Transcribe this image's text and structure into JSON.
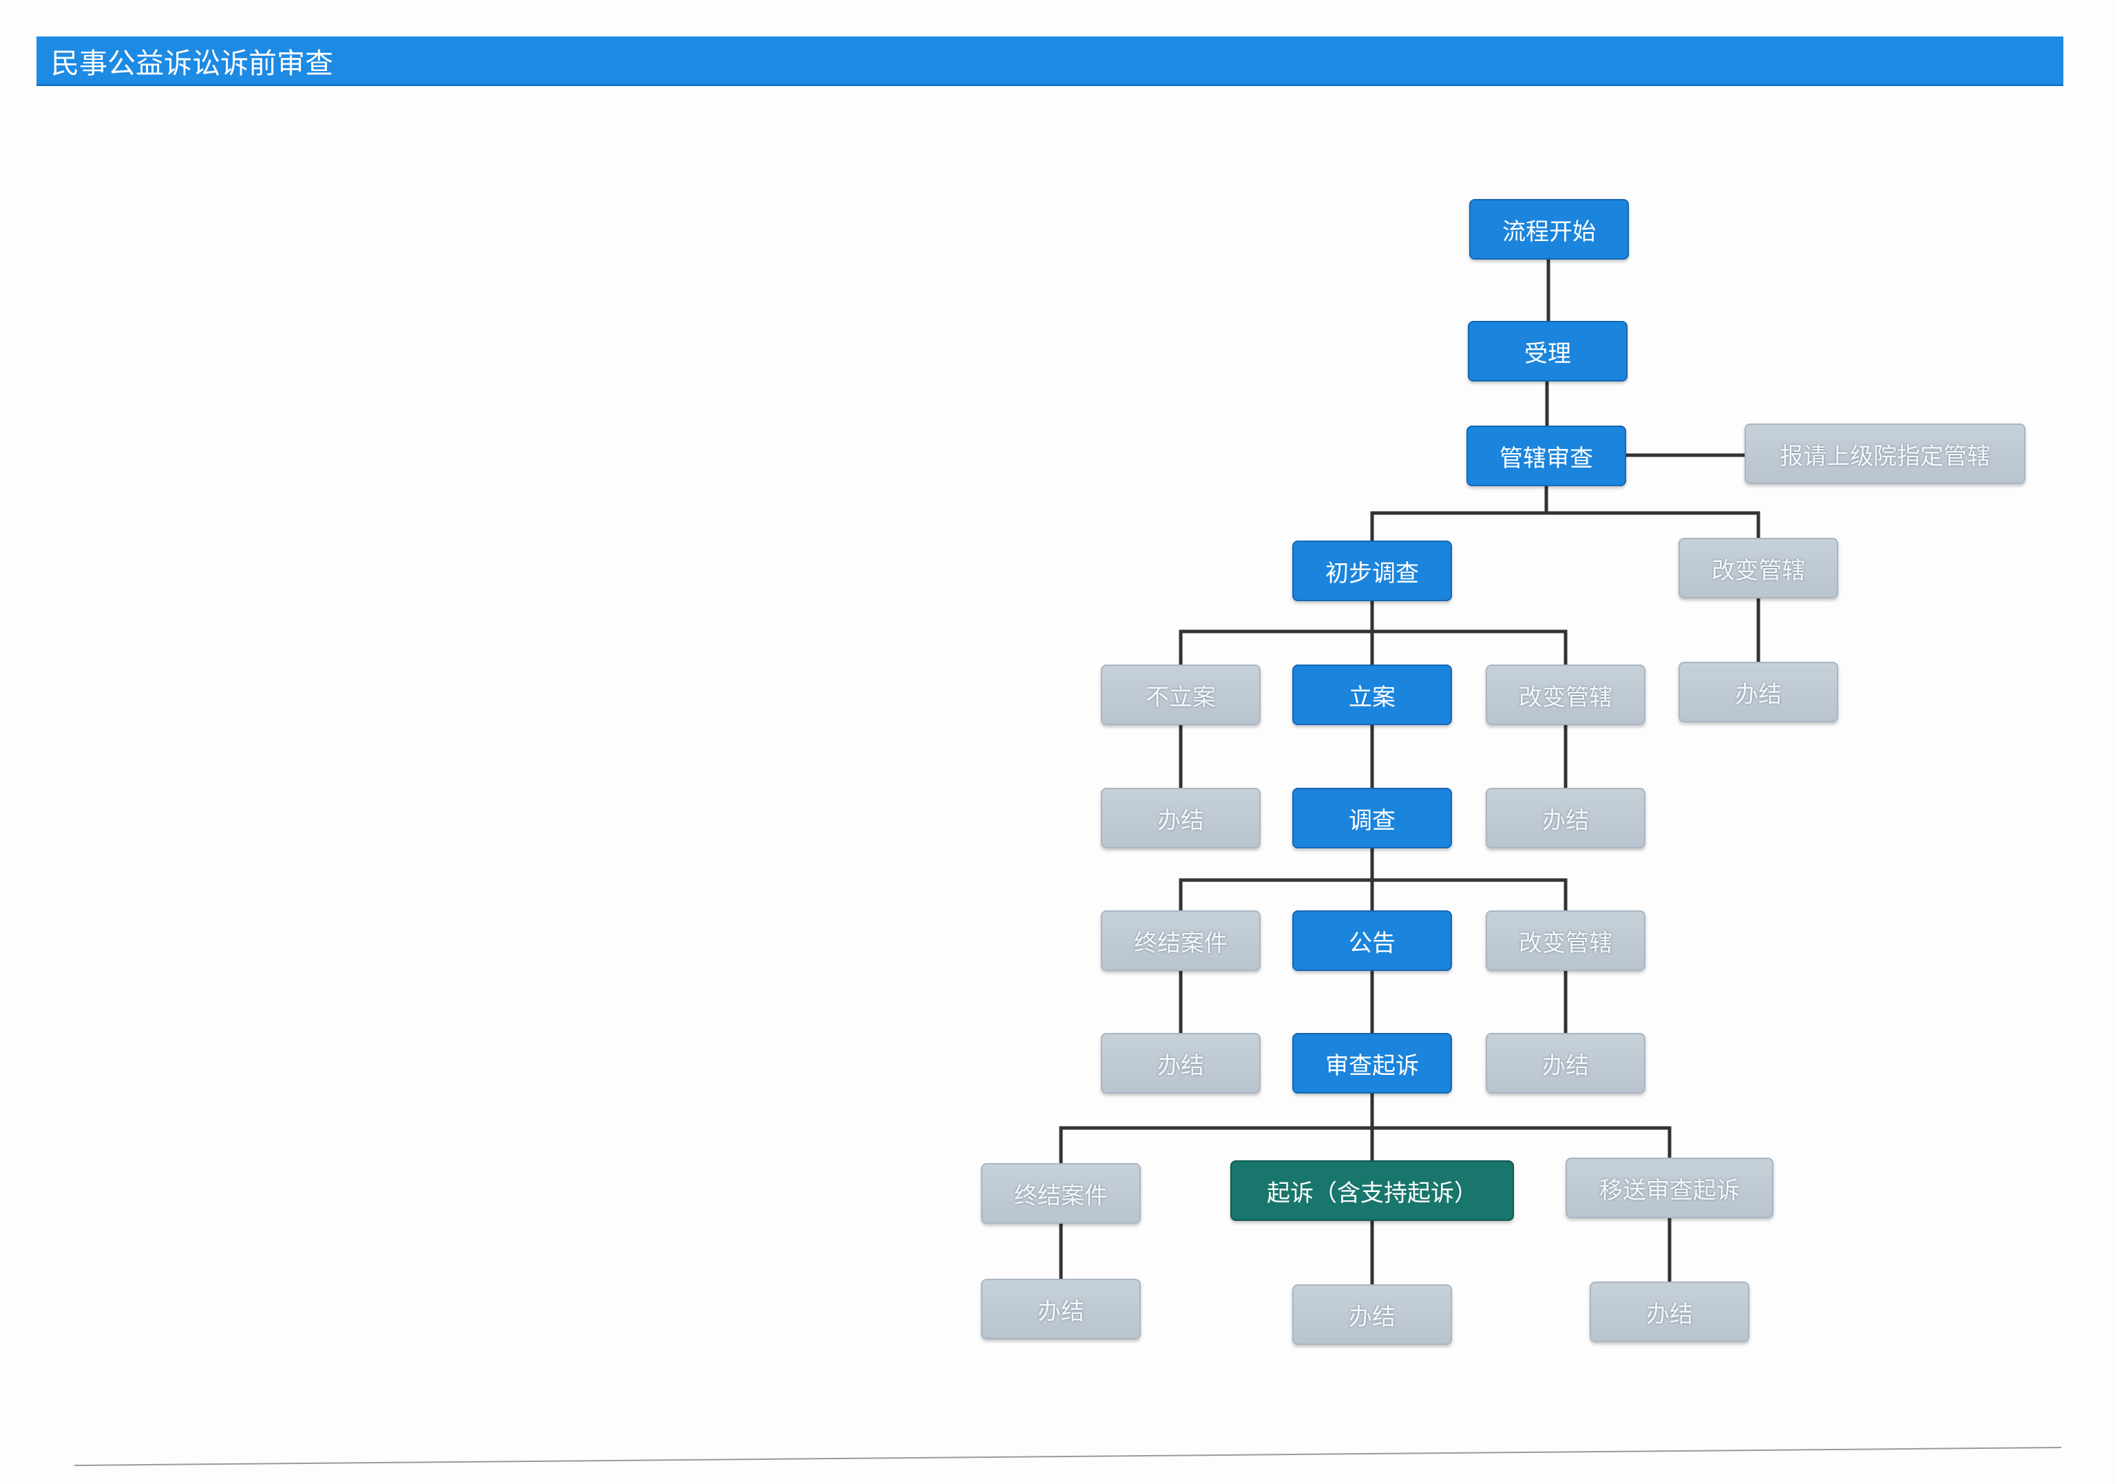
{
  "header": {
    "title": "民事公益诉讼诉前审查"
  },
  "flowchart": {
    "rows": [
      [
        "流程开始"
      ],
      [
        "受理"
      ],
      [
        "管辖审查",
        "报请上级院指定管辖"
      ],
      [
        "初步调查",
        "改变管辖"
      ],
      [
        "不立案",
        "立案",
        "改变管辖",
        "办结"
      ],
      [
        "办结",
        "调查",
        "办结"
      ],
      [
        "终结案件",
        "公告",
        "改变管辖"
      ],
      [
        "办结",
        "审查起诉",
        "办结"
      ],
      [
        "终结案件",
        "起诉（含支持起诉）",
        "移送审查起诉"
      ],
      [
        "办结",
        "办结",
        "办结"
      ]
    ]
  },
  "colors": {
    "header_bar": "#1d8ae4",
    "primary_node": "#1b84dc",
    "inactive_node": "#b9c4cf",
    "highlight_node": "#18766c",
    "connector": "#333333"
  }
}
